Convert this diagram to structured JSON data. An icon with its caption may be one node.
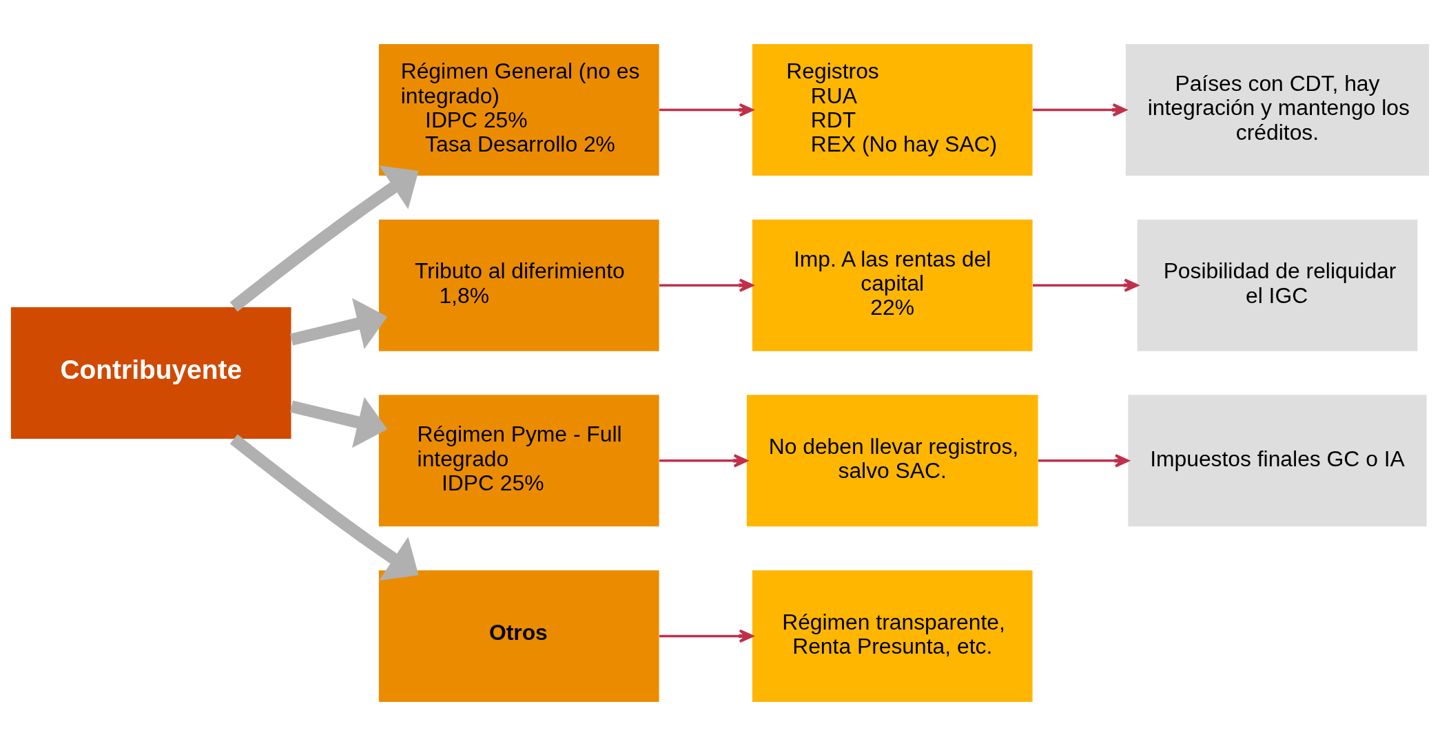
{
  "diagram": {
    "nodes": [
      {
        "text": [
          "Contribuyente"
        ]
      },
      {
        "text": [
          "Régimen General (no es integrado)",
          "IDPC 25%",
          "Tasa Desarrollo 2%"
        ]
      },
      {
        "text": [
          "Registros",
          "RUA",
          "RDT",
          "REX (No hay SAC)"
        ]
      },
      {
        "text": [
          "Países con CDT, hay integración y mantengo los créditos."
        ]
      },
      {
        "text": [
          "Tributo al diferimiento",
          "1,8%"
        ]
      },
      {
        "text": [
          "Imp. A las rentas del capital",
          "22%"
        ]
      },
      {
        "text": [
          "Posibilidad de reliquidar el IGC"
        ]
      },
      {
        "text": [
          "Régimen Pyme - Full integrado",
          "IDPC 25%"
        ]
      },
      {
        "text": [
          "No deben llevar registros, salvo SAC."
        ]
      },
      {
        "text": [
          "Impuestos finales GC o IA"
        ]
      },
      {
        "text": [
          "Otros"
        ]
      },
      {
        "text": [
          "Régimen transparente, Renta Presunta, etc."
        ]
      }
    ],
    "edges": [
      {
        "from": 0,
        "to": 1,
        "arrow": "to",
        "style": "thick",
        "color": "#b0b0b0"
      },
      {
        "from": 0,
        "to": 4,
        "arrow": "to",
        "style": "thick",
        "color": "#b0b0b0"
      },
      {
        "from": 0,
        "to": 7,
        "arrow": "to",
        "style": "thick",
        "color": "#b0b0b0"
      },
      {
        "from": 0,
        "to": 10,
        "arrow": "to",
        "style": "thick",
        "color": "#b0b0b0"
      },
      {
        "from": 1,
        "to": 2,
        "arrow": "to"
      },
      {
        "from": 2,
        "to": 3,
        "arrow": "to"
      },
      {
        "from": 4,
        "to": 5,
        "arrow": "to"
      },
      {
        "from": 5,
        "to": 6,
        "arrow": "to"
      },
      {
        "from": 7,
        "to": 8,
        "arrow": "to"
      },
      {
        "from": 8,
        "to": 9,
        "arrow": "to"
      },
      {
        "from": 10,
        "to": 11,
        "arrow": "to"
      }
    ]
  }
}
